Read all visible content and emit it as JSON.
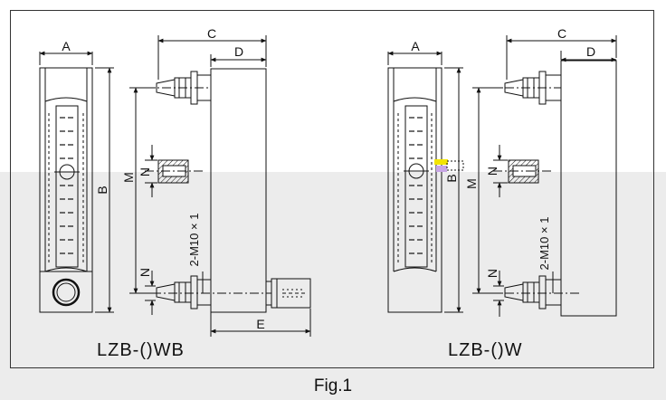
{
  "figure": {
    "caption": "Fig.1",
    "left_view": {
      "model": "LZB-()WB",
      "dims": {
        "A": "A",
        "B": "B",
        "C": "C",
        "D": "D",
        "E": "E",
        "M": "M",
        "N_top": "N",
        "N_bottom": "N",
        "thread": "2-M10 × 1"
      }
    },
    "right_view": {
      "model": "LZB-()W",
      "dims": {
        "A": "A",
        "B": "B",
        "C": "C",
        "D": "D",
        "M": "M",
        "N_top": "N",
        "N_bottom": "N",
        "thread": "2-M10 × 1"
      }
    }
  }
}
